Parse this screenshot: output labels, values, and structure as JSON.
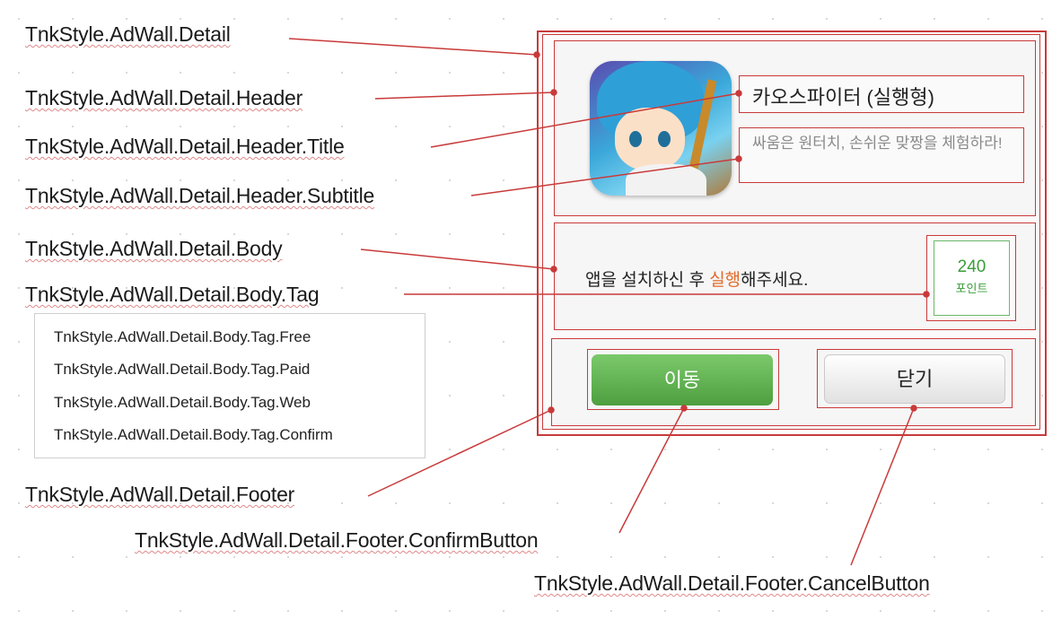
{
  "labels": {
    "detail": "TnkStyle.AdWall.Detail",
    "header": "TnkStyle.AdWall.Detail.Header",
    "header_title": "TnkStyle.AdWall.Detail.Header.Title",
    "header_subtitle": "TnkStyle.AdWall.Detail.Header.Subtitle",
    "body": "TnkStyle.AdWall.Detail.Body",
    "body_tag": "TnkStyle.AdWall.Detail.Body.Tag",
    "footer": "TnkStyle.AdWall.Detail.Footer",
    "confirm_button": "TnkStyle.AdWall.Detail.Footer.ConfirmButton",
    "cancel_button": "TnkStyle.AdWall.Detail.Footer.CancelButton"
  },
  "tag_variants": [
    "TnkStyle.AdWall.Detail.Body.Tag.Free",
    "TnkStyle.AdWall.Detail.Body.Tag.Paid",
    "TnkStyle.AdWall.Detail.Body.Tag.Web",
    "TnkStyle.AdWall.Detail.Body.Tag.Confirm"
  ],
  "app": {
    "title": "카오스파이터 (실행형)",
    "subtitle": "싸움은 원터치, 손쉬운 맞짱을 체험하라!",
    "body_prefix": "앱을 설치하신 후 ",
    "body_highlight": "실행",
    "body_suffix": "해주세요.",
    "points": "240",
    "points_unit": "포인트",
    "confirm_label": "이동",
    "cancel_label": "닫기"
  },
  "colors": {
    "annotation": "#c93a3a",
    "confirm_green": "#5aac4a",
    "highlight_orange": "#e06a2a",
    "subtitle_gray": "#8a8a8a"
  }
}
